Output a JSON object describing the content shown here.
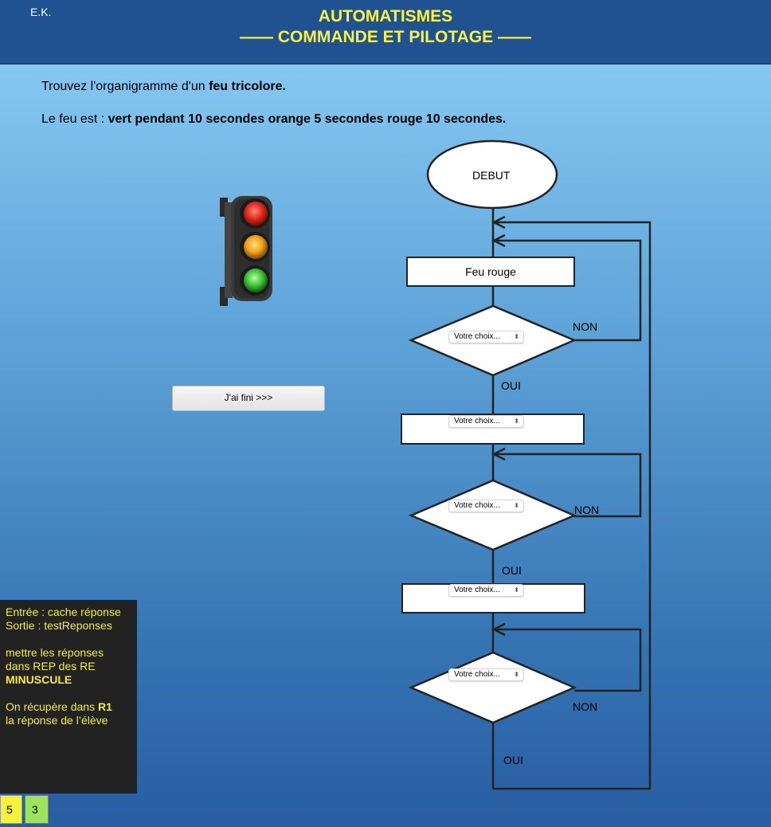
{
  "header": {
    "author": "E.K.",
    "title_line1": "AUTOMATISMES",
    "title_line2": "—— COMMANDE ET PILOTAGE ——"
  },
  "instructions": {
    "line1_prefix": "Trouvez l'organigramme d'un ",
    "line1_bold": "feu tricolore.",
    "line2_prefix": "Le feu est : ",
    "line2_bold": "vert pendant 10 secondes orange 5 secondes rouge 10 secondes."
  },
  "traffic_light": {
    "colors": {
      "red": "#e32a1c",
      "orange": "#f0a21a",
      "green": "#3fc43a",
      "housing": "#3a3a3a"
    }
  },
  "finish_button": {
    "label": "J'ai fini >>>"
  },
  "flowchart": {
    "start_label": "DEBUT",
    "step1_label": "Feu rouge",
    "select_placeholder": "Votre choix...",
    "no_label": "NON",
    "yes_label": "OUI"
  },
  "notes": {
    "line1": "Entrée : cache réponse",
    "line2": "Sortie : testReponses",
    "line3": "mettre les réponses",
    "line4": "dans REP des RE",
    "line5_bold": "MINUSCULE",
    "line6_prefix": "On récupère dans ",
    "line6_bold": "R1",
    "line7": "la réponse de l’élève"
  },
  "score": {
    "yellow": "5",
    "green": "3"
  }
}
